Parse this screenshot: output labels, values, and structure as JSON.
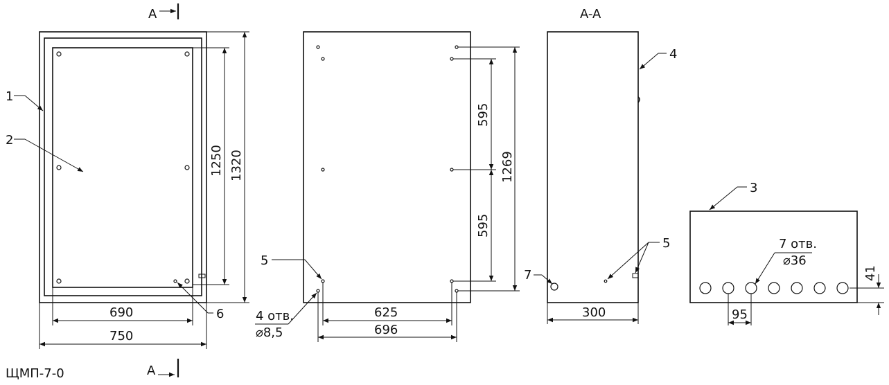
{
  "section_labels": {
    "top": "A",
    "bottom": "A",
    "view_aa": "A-A"
  },
  "part_number": "ЩМП-7-0",
  "callouts": {
    "c1": "1",
    "c2": "2",
    "c3": "3",
    "c4": "4",
    "c5a": "5",
    "c5b": "5",
    "c6": "6",
    "c7": "7"
  },
  "front_view": {
    "dim_width_inner": "690",
    "dim_width_outer": "750",
    "dim_height_inner": "1250",
    "dim_height_outer": "1320"
  },
  "back_view": {
    "dim_width_inner": "625",
    "dim_width_outer": "696",
    "dim_spacing_top": "595",
    "dim_spacing_bottom": "595",
    "dim_height": "1269",
    "holes_line1": "4 отв.",
    "holes_line2": "⌀8,5"
  },
  "side_view": {
    "dim_depth": "300"
  },
  "bottom_view": {
    "holes_line1": "7 отв.",
    "holes_line2": "⌀36",
    "dim_pitch": "95",
    "dim_offset": "41"
  }
}
